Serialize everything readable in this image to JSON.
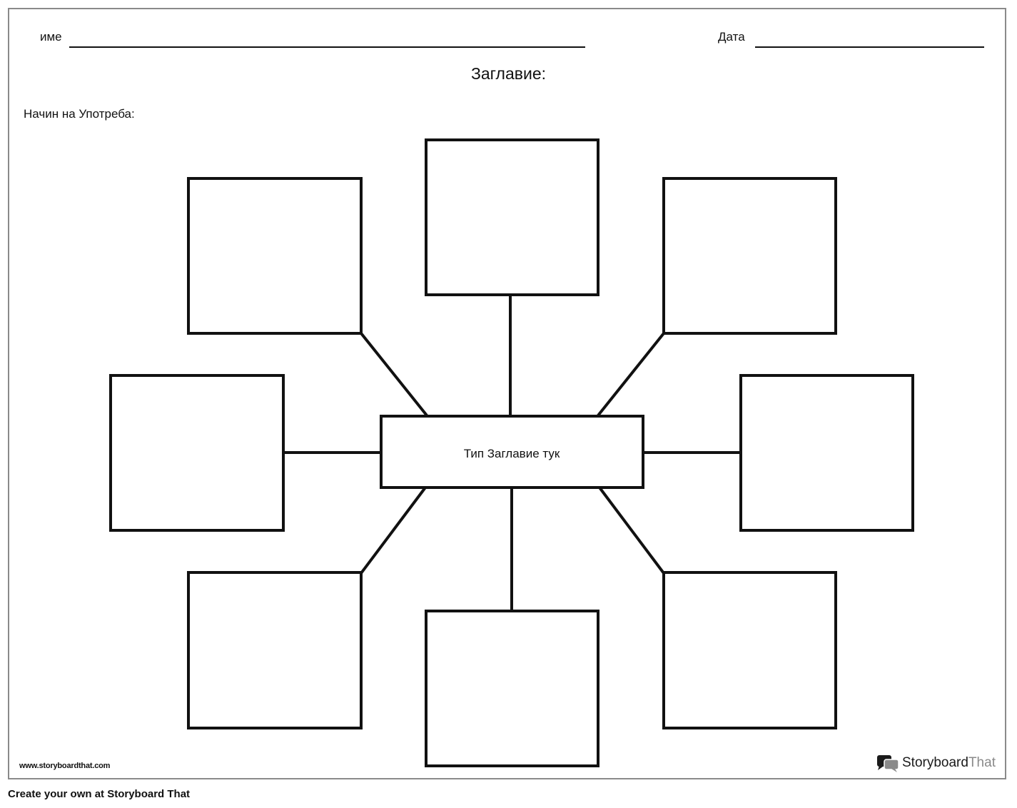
{
  "worksheet": {
    "name_label": "име",
    "date_label": "Дата",
    "title_label": "Заглавие:",
    "usage_label": "Начин на Употреба:",
    "center_text": "Тип Заглавие тук",
    "website": "www.storyboardthat.com",
    "brand_name": "Storyboard",
    "brand_suffix": "That"
  },
  "footer": {
    "text": "Create your own at Storyboard That"
  },
  "colors": {
    "stroke": "#111111",
    "sheet_border": "#8a8a8a",
    "brand_grey": "#8a8a8a"
  },
  "icons": {
    "brand_logo": "speech-bubbles-icon"
  }
}
